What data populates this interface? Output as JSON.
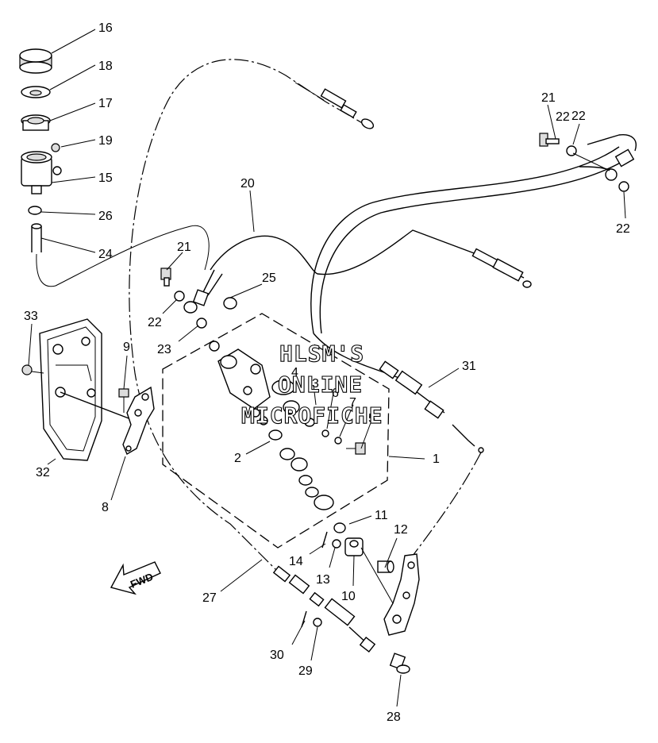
{
  "watermark": {
    "line1": "HLSM'S",
    "line2": "ONLINE",
    "line3": "MICROFICHE"
  },
  "direction_label": "FWD",
  "callouts": [
    "16",
    "18",
    "17",
    "19",
    "15",
    "26",
    "24",
    "21",
    "22",
    "25",
    "20",
    "22",
    "23",
    "33",
    "9",
    "4",
    "3",
    "6",
    "7",
    "5",
    "31",
    "2",
    "1",
    "32",
    "8",
    "11",
    "12",
    "14",
    "13",
    "10",
    "27",
    "30",
    "29",
    "28",
    "21",
    "22",
    "22"
  ]
}
